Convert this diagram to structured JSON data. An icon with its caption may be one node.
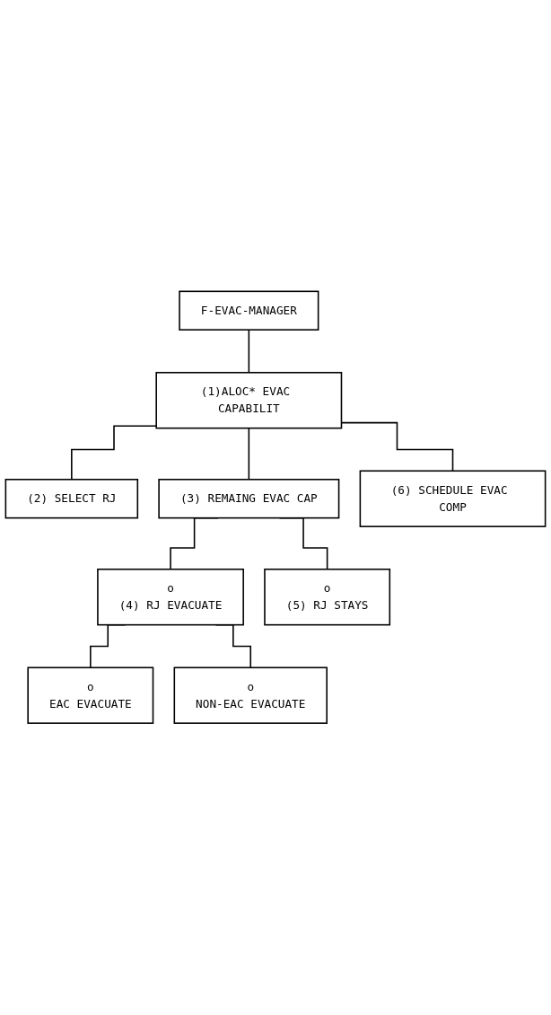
{
  "diagram": {
    "nodes": [
      {
        "text": [
          "F-EVAC-MANAGER"
        ]
      },
      {
        "text": [
          "(1)ALOC* EVAC CAPABILIT"
        ]
      },
      {
        "text": [
          "(2) SELECT RJ"
        ]
      },
      {
        "text": [
          "(3) REMAING EVAC CAP"
        ]
      },
      {
        "text": [
          "(6) SCHEDULE EVAC COMP"
        ]
      },
      {
        "text": [
          "o",
          "(4) RJ EVACUATE"
        ]
      },
      {
        "text": [
          "o",
          "(5) RJ STAYS"
        ]
      },
      {
        "text": [
          "o",
          "EAC EVACUATE"
        ]
      },
      {
        "text": [
          "o",
          "NON-EAC EVACUATE"
        ]
      }
    ],
    "edges": [
      {
        "from": 0,
        "to": 1,
        "arrow": "none"
      },
      {
        "from": 1,
        "to": 2,
        "arrow": "none"
      },
      {
        "from": 1,
        "to": 3,
        "arrow": "none"
      },
      {
        "from": 1,
        "to": 4,
        "arrow": "none"
      },
      {
        "from": 3,
        "to": 5,
        "arrow": "none"
      },
      {
        "from": 3,
        "to": 6,
        "arrow": "none"
      },
      {
        "from": 5,
        "to": 7,
        "arrow": "none"
      },
      {
        "from": 5,
        "to": 8,
        "arrow": "none"
      }
    ]
  }
}
